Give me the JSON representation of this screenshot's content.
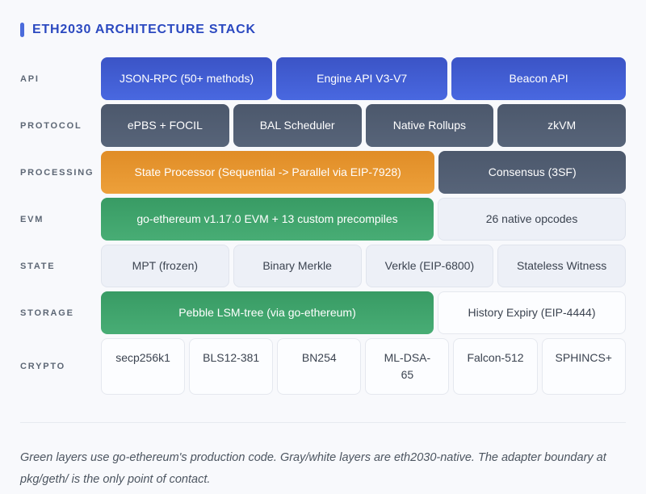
{
  "header": {
    "title": "ETH2030 ARCHITECTURE STACK"
  },
  "colors": {
    "background": "#f8f9fc",
    "accent_bar": "#4a6bdb",
    "title_text": "#2b49c0",
    "api_blue": "#4160d4",
    "protocol_slate": "#525e72",
    "processing_orange": "#e6962f",
    "geth_green": "#3fa46c",
    "light_block_bg": "#edf0f7",
    "white_block_bg": "#fcfdff",
    "block_dark_text": "#3b4350",
    "row_label_text": "#5d6775",
    "footer_text": "#4c5560"
  },
  "stack": {
    "rows": [
      {
        "label": "API",
        "tall": false,
        "blocks": [
          {
            "text": "JSON-RPC (50+ methods)",
            "style": "blue",
            "flex": 213
          },
          {
            "text": "Engine API V3-V7",
            "style": "blue",
            "flex": 213
          },
          {
            "text": "Beacon API",
            "style": "blue",
            "flex": 217
          }
        ]
      },
      {
        "label": "PROTOCOL",
        "tall": false,
        "blocks": [
          {
            "text": "ePBS + FOCIL",
            "style": "slate",
            "flex": 1
          },
          {
            "text": "BAL Scheduler",
            "style": "slate",
            "flex": 1
          },
          {
            "text": "Native Rollups",
            "style": "slate",
            "flex": 1
          },
          {
            "text": "zkVM",
            "style": "slate",
            "flex": 1
          }
        ]
      },
      {
        "label": "PROCESSING",
        "tall": false,
        "blocks": [
          {
            "text": "State Processor (Sequential -> Parallel via EIP-7928)",
            "style": "orange",
            "flex": 420
          },
          {
            "text": "Consensus (3SF)",
            "style": "slate",
            "flex": 226
          }
        ]
      },
      {
        "label": "EVM",
        "tall": false,
        "blocks": [
          {
            "text": "go-ethereum v1.17.0 EVM + 13 custom precompiles",
            "style": "green",
            "flex": 420
          },
          {
            "text": "26 native opcodes",
            "style": "light",
            "flex": 226
          }
        ]
      },
      {
        "label": "STATE",
        "tall": false,
        "blocks": [
          {
            "text": "MPT (frozen)",
            "style": "light",
            "flex": 1
          },
          {
            "text": "Binary Merkle",
            "style": "light",
            "flex": 1
          },
          {
            "text": "Verkle (EIP-6800)",
            "style": "light",
            "flex": 1
          },
          {
            "text": "Stateless Witness",
            "style": "light",
            "flex": 1
          }
        ]
      },
      {
        "label": "STORAGE",
        "tall": false,
        "blocks": [
          {
            "text": "Pebble LSM-tree (via go-ethereum)",
            "style": "green",
            "flex": 420
          },
          {
            "text": "History Expiry (EIP-4444)",
            "style": "white",
            "flex": 226
          }
        ]
      },
      {
        "label": "CRYPTO",
        "tall": true,
        "blocks": [
          {
            "text": "secp256k1",
            "style": "white",
            "flex": 1
          },
          {
            "text": "BLS12-381",
            "style": "white",
            "flex": 1
          },
          {
            "text": "BN254",
            "style": "white",
            "flex": 1
          },
          {
            "text": "ML-DSA-65",
            "style": "white",
            "flex": 1
          },
          {
            "text": "Falcon-512",
            "style": "white",
            "flex": 1
          },
          {
            "text": "SPHINCS+",
            "style": "white",
            "flex": 1
          }
        ]
      }
    ]
  },
  "footer": {
    "note": "Green layers use go-ethereum's production code. Gray/white layers are eth2030-native. The adapter boundary at pkg/geth/ is the only point of contact."
  }
}
